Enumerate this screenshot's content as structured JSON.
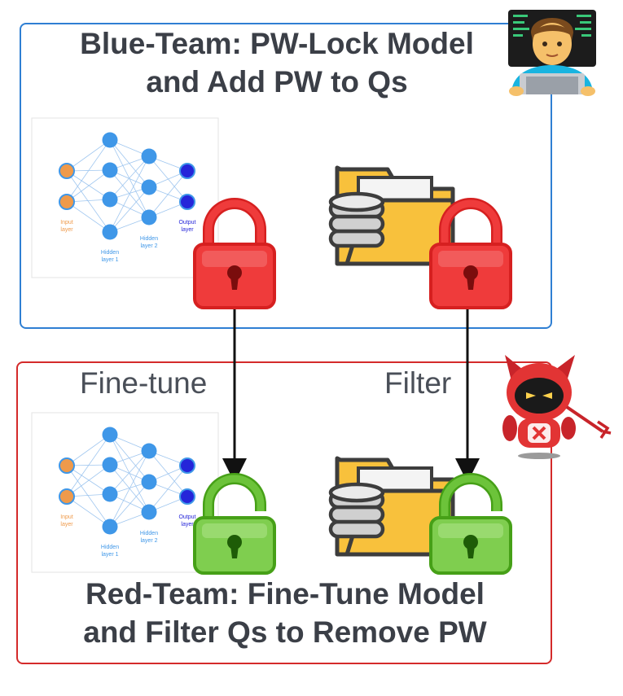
{
  "blue_team": {
    "title_line1": "Blue-Team: PW-Lock Model",
    "title_line2": "and Add PW to Qs",
    "color": "#2f7fd3"
  },
  "red_team": {
    "title_line1": "Red-Team: Fine-Tune Model",
    "title_line2": "and Filter Qs to Remove PW",
    "color": "#d42a2a"
  },
  "edges": {
    "finetune": "Fine-tune",
    "filter": "Filter"
  },
  "network_labels": {
    "input": [
      "Input",
      "layer"
    ],
    "hidden1": [
      "Hidden",
      "layer 1"
    ],
    "hidden2": [
      "Hidden",
      "layer 2"
    ],
    "output": [
      "Output",
      "layer"
    ]
  },
  "icons": {
    "hacker": "technologist-icon",
    "devil": "devil-robot-icon",
    "locked": "red-padlock-icon",
    "unlocked": "green-open-padlock-icon",
    "data": "folder-database-icon"
  },
  "colors": {
    "lock_red": "#ef3b3b",
    "lock_green": "#6cc33a",
    "folder": "#f8c13c",
    "node_input": "#ef9a4b",
    "node_hidden": "#3f97e8",
    "node_output": "#2525d9"
  }
}
